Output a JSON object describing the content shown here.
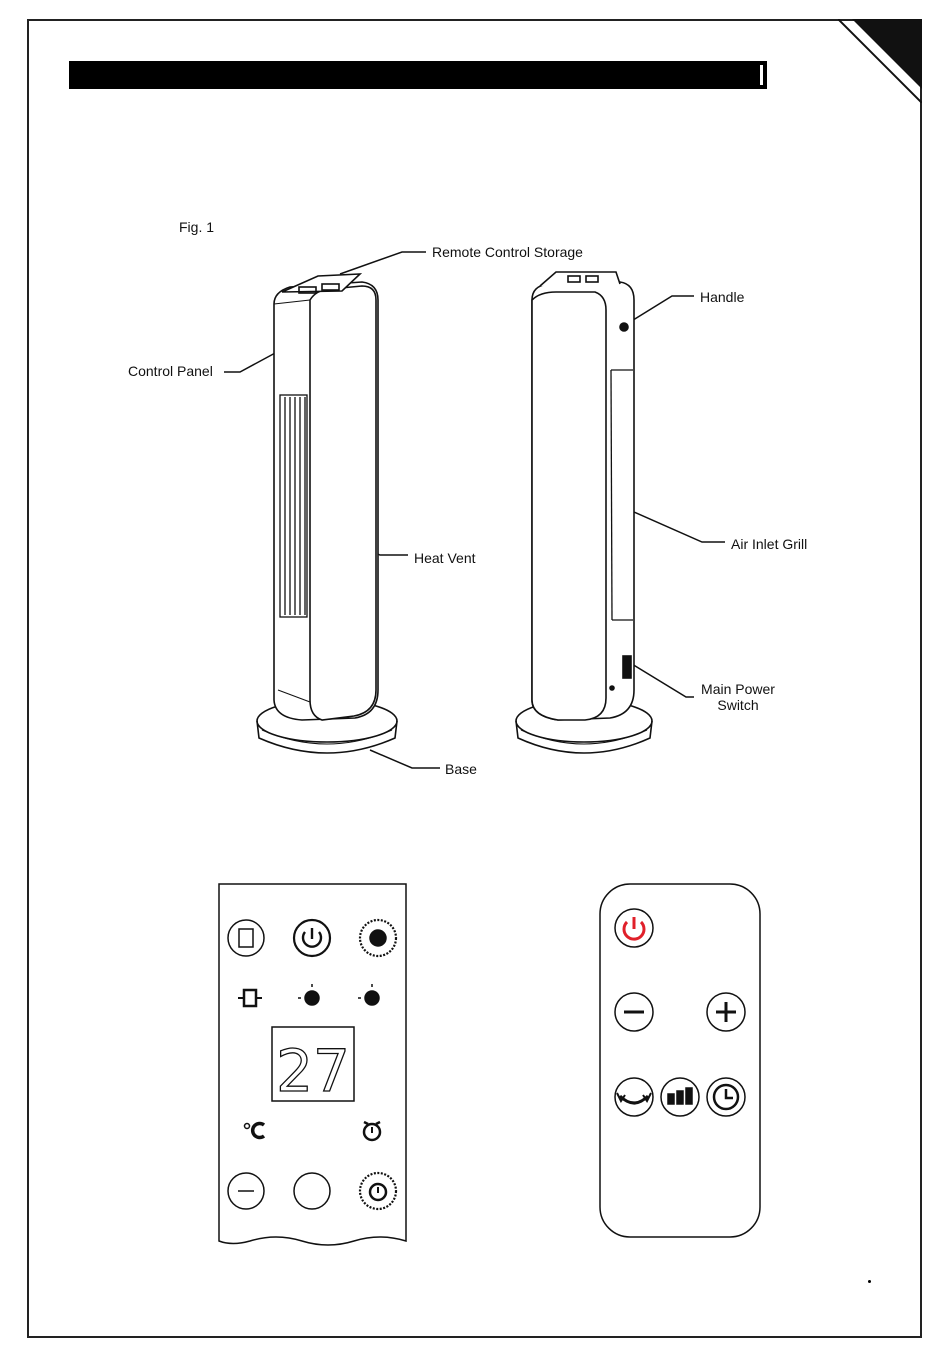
{
  "figure": {
    "caption": "Fig. 1",
    "labels": {
      "remote_control_storage": "Remote Control Storage",
      "handle": "Handle",
      "control_panel": "Control Panel",
      "heat_vent": "Heat Vent",
      "air_inlet_grill": "Air Inlet Grill",
      "main_power_switch_line1": "Main Power",
      "main_power_switch_line2": "Switch",
      "base": "Base"
    }
  },
  "control_panel": {
    "display_value": "27",
    "buttons": [
      "oscillation-button",
      "power-button",
      "heat-high-button",
      "minus-button",
      "blank-button",
      "timer-button"
    ],
    "indicators": [
      "oscillation-indicator",
      "heat-low-indicator",
      "heat-high-indicator",
      "celsius-indicator",
      "timer-indicator"
    ]
  },
  "remote": {
    "buttons": [
      "power",
      "minus",
      "plus",
      "oscillation",
      "fan-speed",
      "timer"
    ],
    "power_color": "#e0202a"
  }
}
